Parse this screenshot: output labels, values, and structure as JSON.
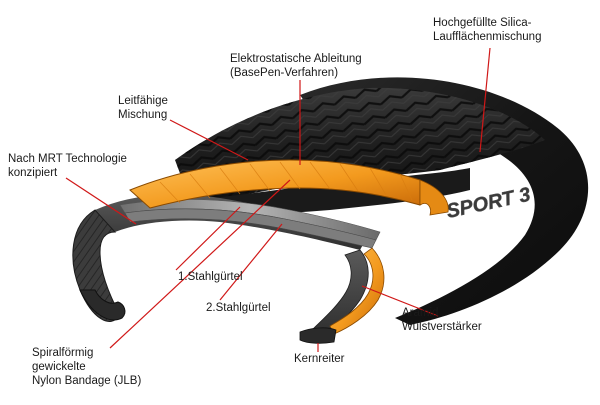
{
  "diagram": {
    "colors": {
      "leader_line": "#d01818",
      "belt_orange": "#f39a1e",
      "belt_orange_light": "#ffc25a",
      "rubber_dark": "#2b2b2b",
      "rubber_mid": "#4a4a4a",
      "steel_gray": "#8e8e8e",
      "label_text": "#1a1a1a"
    },
    "sidewall_text": "SPORT 3",
    "labels": {
      "silica": {
        "line1": "Hochgefüllte Silica-",
        "line2": "Laufflächenmischung"
      },
      "electrostatic": {
        "line1": "Elektrostatische Ableitung",
        "line2": "(BasePen-Verfahren)"
      },
      "conductive": {
        "line1": "Leitfähige",
        "line2": "Mischung"
      },
      "mrt": {
        "line1": "Nach MRT Technologie",
        "line2": "konzipiert"
      },
      "belt1": {
        "line1": "1.Stahlgürtel"
      },
      "belt2": {
        "line1": "2.Stahlgürtel"
      },
      "aramid": {
        "line1": "Aramid",
        "line2": "Wulstverstärker"
      },
      "bead_filler": {
        "line1": "Kernreiter"
      },
      "nylon": {
        "line1": "Spiralförmig",
        "line2": "gewickelte",
        "line3": "Nylon Bandage (JLB)"
      }
    }
  }
}
